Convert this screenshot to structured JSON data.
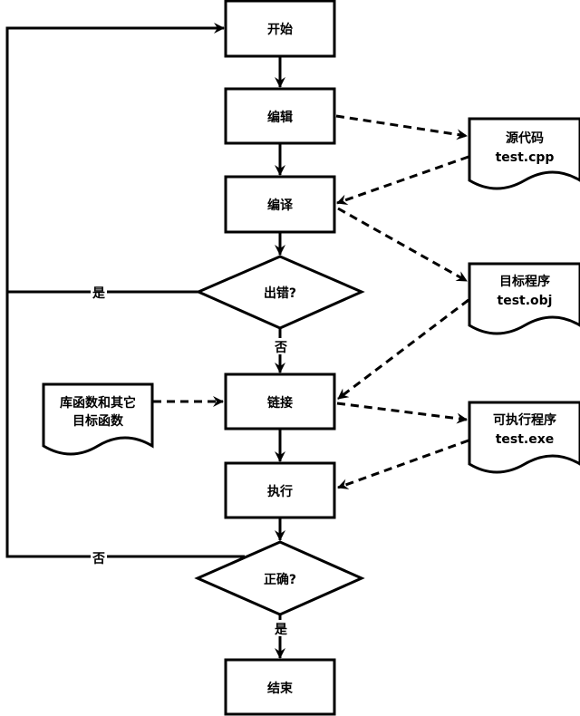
{
  "nodes": {
    "start": "开始",
    "edit": "编辑",
    "compile": "编译",
    "error_check": "出错?",
    "link": "链接",
    "run": "执行",
    "correct_check": "正确?",
    "end": "结束"
  },
  "documents": {
    "source": {
      "line1": "源代码",
      "line2": "test.cpp"
    },
    "object": {
      "line1": "目标程序",
      "line2": "test.obj"
    },
    "library": {
      "line1": "库函数和其它",
      "line2": "目标函数"
    },
    "executable": {
      "line1": "可执行程序",
      "line2": "test.exe"
    }
  },
  "edge_labels": {
    "error_yes": "是",
    "error_no": "否",
    "correct_no": "否",
    "correct_yes": "是"
  }
}
